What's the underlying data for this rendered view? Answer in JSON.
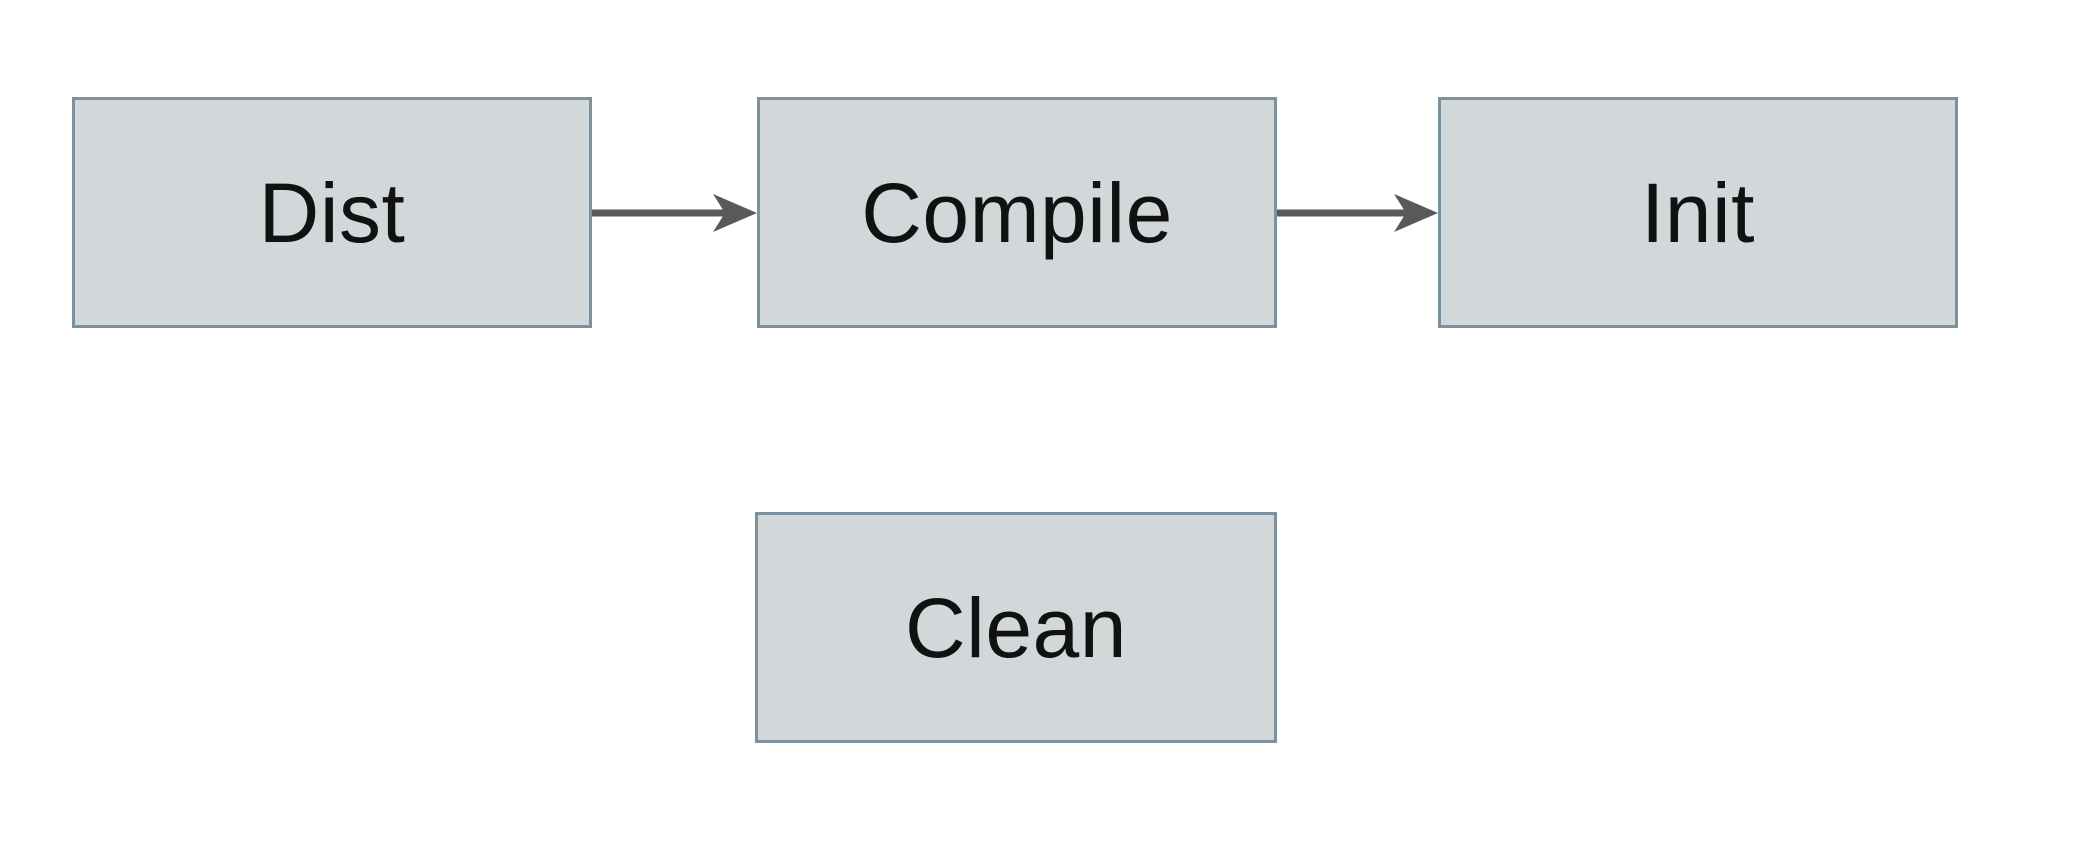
{
  "diagram": {
    "type": "flowchart",
    "nodes": [
      {
        "id": "dist",
        "label": "Dist"
      },
      {
        "id": "compile",
        "label": "Compile"
      },
      {
        "id": "init",
        "label": "Init"
      },
      {
        "id": "clean",
        "label": "Clean"
      }
    ],
    "edges": [
      {
        "from": "dist",
        "to": "compile",
        "style": "solid",
        "arrowhead": "stealth",
        "direction": "right"
      },
      {
        "from": "compile",
        "to": "init",
        "style": "solid",
        "arrowhead": "stealth",
        "direction": "right"
      }
    ],
    "colors": {
      "node_fill": "#d2d8da",
      "node_border": "#7b919e",
      "arrow": "#58595b",
      "label_text": "#111111",
      "background": "#ffffff"
    }
  }
}
